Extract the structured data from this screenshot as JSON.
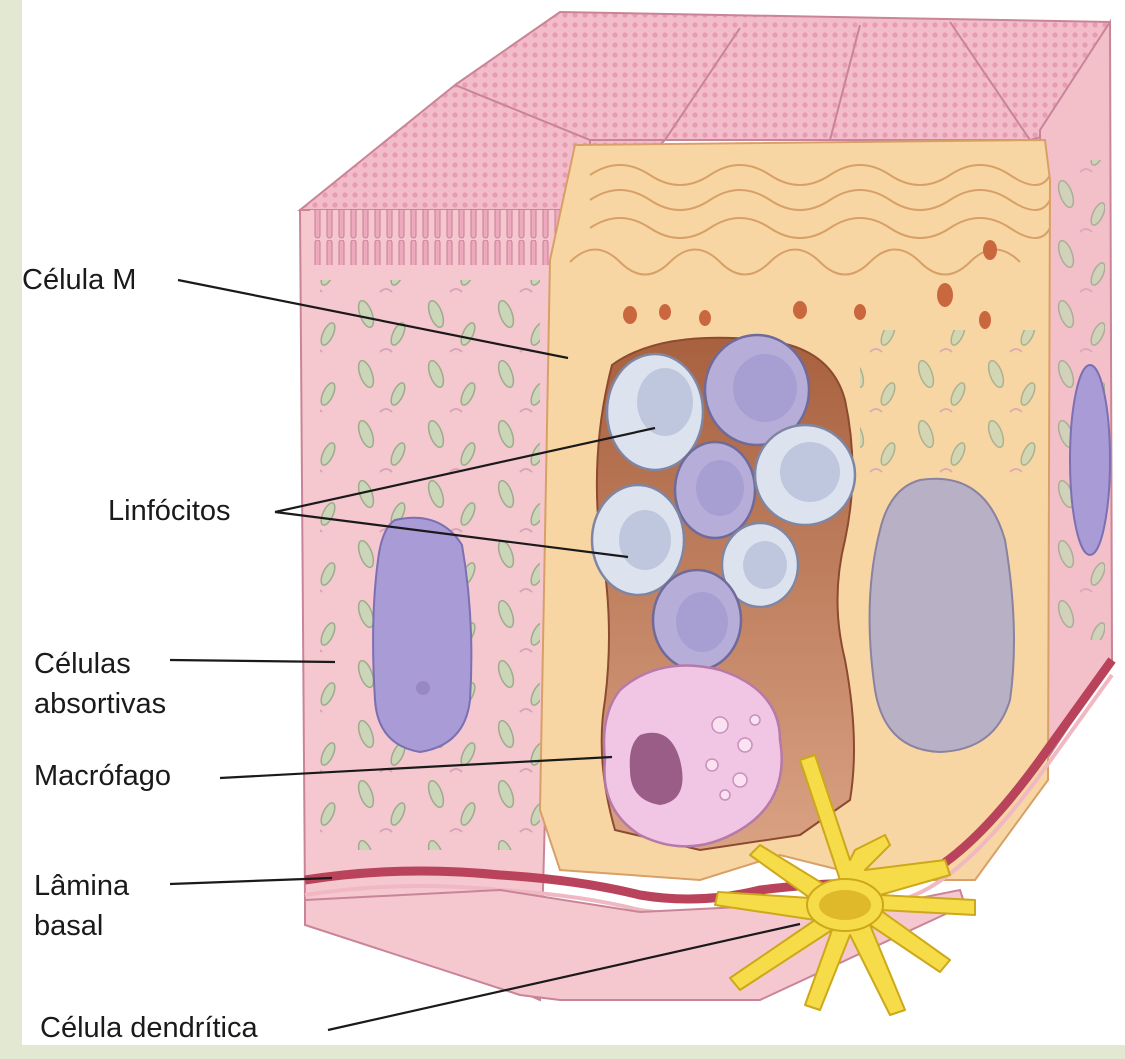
{
  "labels": {
    "m_cell": "Célula M",
    "lymphocytes": "Linfócitos",
    "absorptive_cells": [
      "Células",
      "absortivas"
    ],
    "macrophage": "Macrófago",
    "basal_lamina": [
      "Lâmina",
      "basal"
    ],
    "dendritic_cell": "Célula dendrítica"
  },
  "colors": {
    "frame": "#e3e8d2",
    "epithelium_pink": "#f5c7cf",
    "m_cell_peach": "#f8d6a3",
    "pocket": "#c98f6a",
    "lymphocyte_white": "#dde3ee",
    "lymphocyte_purple": "#b6aed9",
    "nucleus_purple": "#a89bd6",
    "macrophage": "#f0c6e4",
    "dendritic_yellow": "#f7dc4a",
    "basal_lamina": "#b8435b"
  }
}
